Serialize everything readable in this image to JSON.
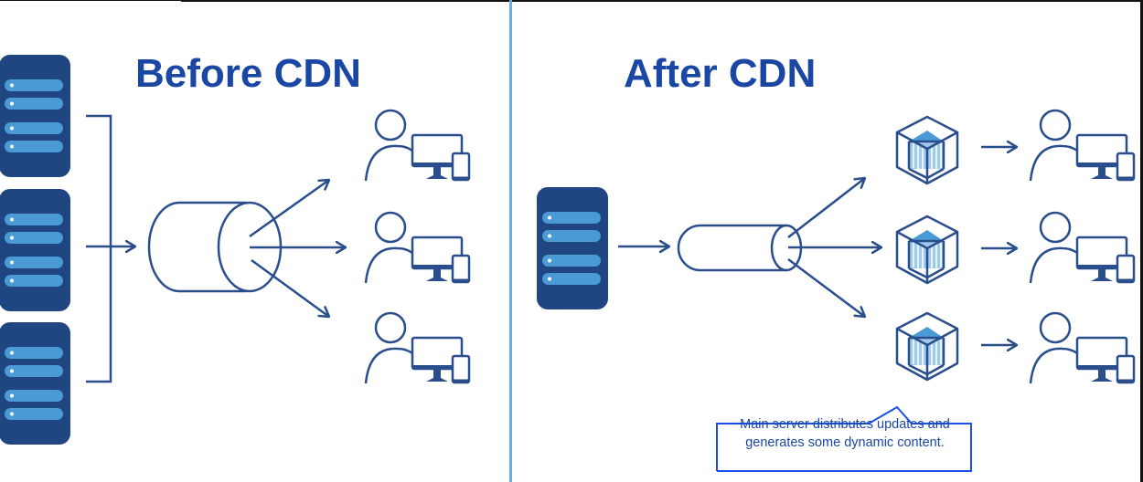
{
  "titles": {
    "before": "Before CDN",
    "after": "After CDN"
  },
  "callout": {
    "text": "Main server distributes updates and generates some dynamic content."
  },
  "colors": {
    "title": "#1a47a3",
    "line": "#2a4e8c",
    "server_body": "#1f4680",
    "server_slot": "#4a9ad6",
    "cube_fill": "#4a9ad6",
    "divider": "#6aaee0",
    "callout_border": "#1a4fe8"
  },
  "before": {
    "origin_servers": 3,
    "user_endpoints": 3,
    "icons": [
      "server-icon",
      "pipe-icon",
      "user-with-devices-icon"
    ]
  },
  "after": {
    "origin_servers": 1,
    "edge_nodes": 3,
    "user_endpoints": 3,
    "icons": [
      "server-icon",
      "pipe-icon",
      "cdn-edge-cube-icon",
      "user-with-devices-icon"
    ]
  }
}
